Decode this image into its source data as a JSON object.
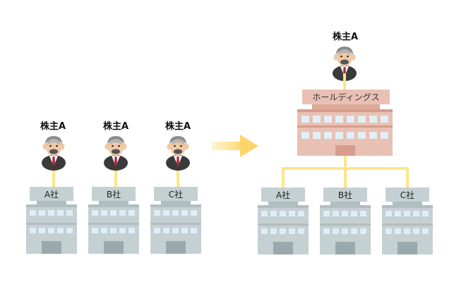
{
  "shareholder_label": "株主A",
  "holdings_label": "ホールディングス",
  "companies": [
    "A社",
    "B社",
    "C社"
  ],
  "colors": {
    "line": "#fde68a",
    "arrow": "#fde68a",
    "building": "#c5d0d3",
    "building_dark": "#9aa9ae",
    "window": "#ddeef8",
    "holdings": "#e9c0b4",
    "holdings_dark": "#d69d8c",
    "holdings_window": "#e1eff6"
  }
}
